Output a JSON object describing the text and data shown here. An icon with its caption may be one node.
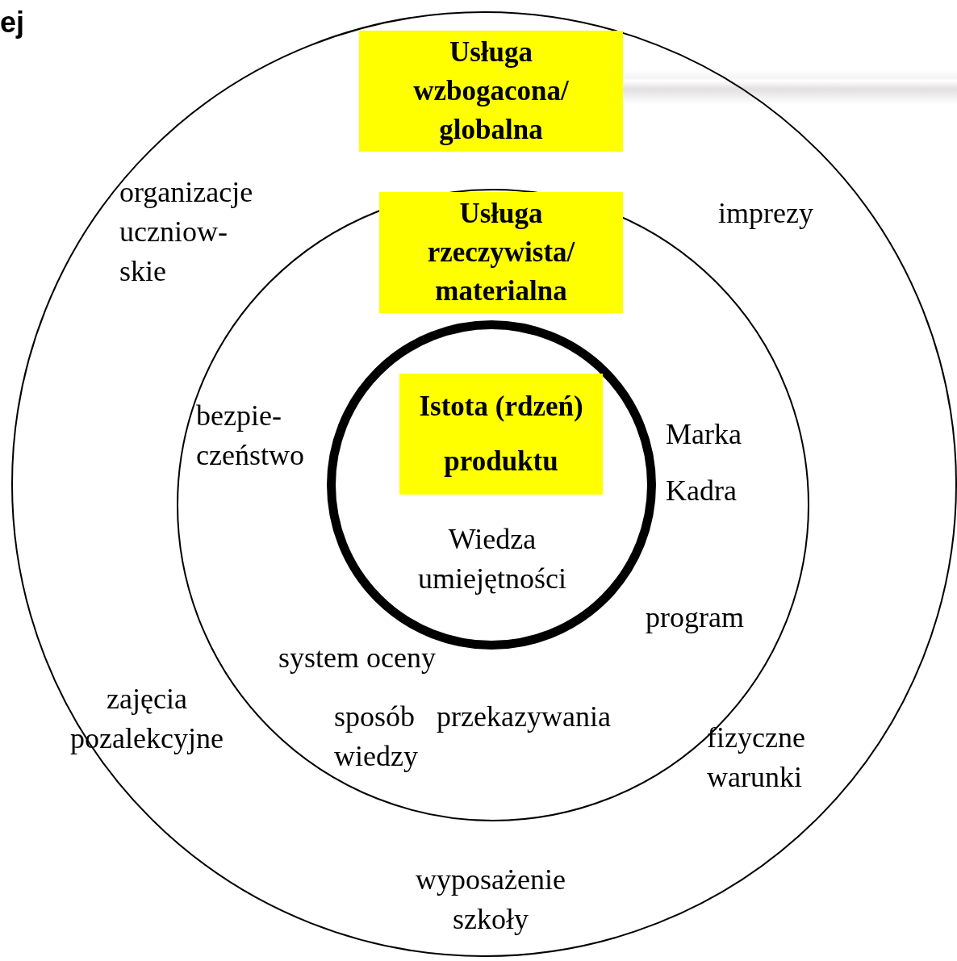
{
  "diagram": {
    "nodes": [
      {
        "text": [],
        "shape": "circle"
      },
      {
        "text": [
          "Usługa wzbogacona/ globalna"
        ],
        "in": 0
      },
      {
        "text": [],
        "shape": "circle",
        "in": 0
      },
      {
        "text": [
          "Usługa rzeczywista/ materialna"
        ],
        "in": 2
      },
      {
        "text": [],
        "shape": "circle",
        "in": 2
      },
      {
        "text": [
          "Istota (rdzeń) produktu"
        ],
        "in": 4
      }
    ],
    "edges": [],
    "labels": [
      "ej",
      "organizacje uczniow- skie",
      "imprezy",
      "bezpie- czeństwo",
      "Marka",
      "Kadra",
      "Wiedza umiejętności",
      "program",
      "system oceny",
      "zajęcia pozalekcyjne",
      "sposób przekazywania wiedzy",
      "fizyczne warunki",
      "wyposażenie szkoły"
    ]
  }
}
